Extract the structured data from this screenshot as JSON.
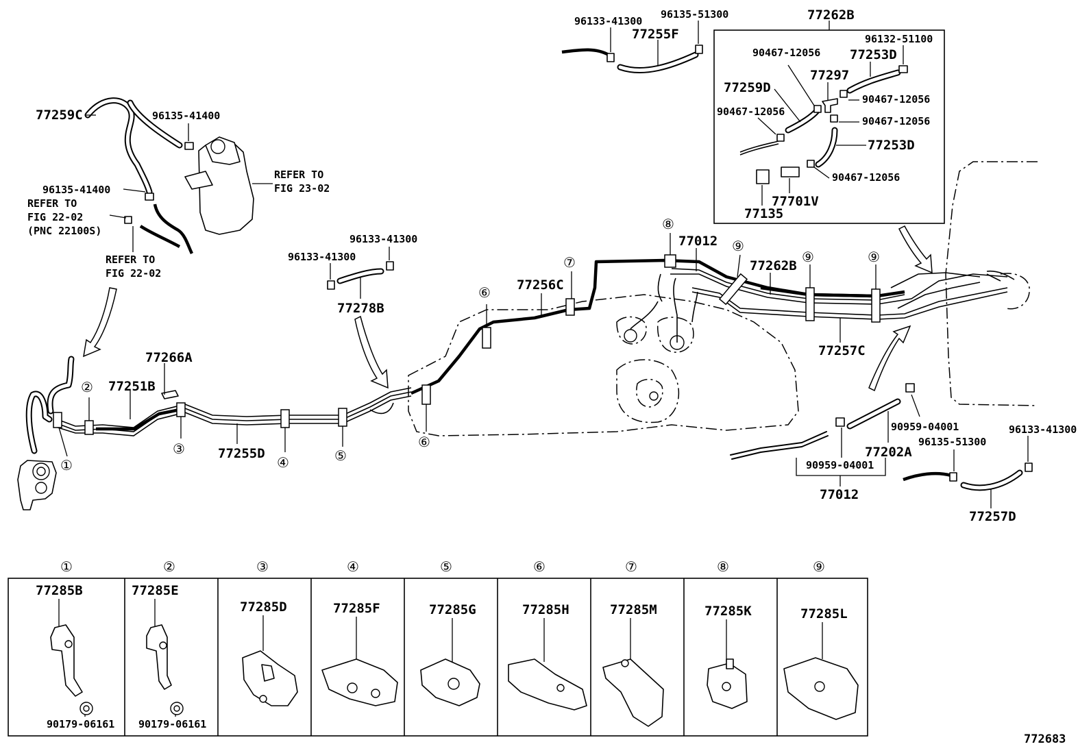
{
  "figure_id": "772683",
  "main": {
    "callouts": [
      {
        "id": "c_96133_41300_top",
        "text": "96133-41300"
      },
      {
        "id": "c_96135_51300_top",
        "text": "96135-51300"
      },
      {
        "id": "c_77255F",
        "text": "77255F"
      },
      {
        "id": "c_77262B_box",
        "text": "77262B"
      },
      {
        "id": "c_96132_51100",
        "text": "96132-51100"
      },
      {
        "id": "c_90467_a",
        "text": "90467-12056"
      },
      {
        "id": "c_77253D_a",
        "text": "77253D"
      },
      {
        "id": "c_77297",
        "text": "77297"
      },
      {
        "id": "c_77259D",
        "text": "77259D"
      },
      {
        "id": "c_90467_b",
        "text": "90467-12056"
      },
      {
        "id": "c_90467_c",
        "text": "90467-12056"
      },
      {
        "id": "c_90467_d",
        "text": "90467-12056"
      },
      {
        "id": "c_77253D_b",
        "text": "77253D"
      },
      {
        "id": "c_90467_e",
        "text": "90467-12056"
      },
      {
        "id": "c_77701V",
        "text": "77701V"
      },
      {
        "id": "c_77135",
        "text": "77135"
      },
      {
        "id": "c_77259C",
        "text": "77259C"
      },
      {
        "id": "c_96135_41400_a",
        "text": "96135-41400"
      },
      {
        "id": "c_96135_41400_b",
        "text": "96135-41400"
      },
      {
        "id": "c_96133_41300_mid_a",
        "text": "96133-41300"
      },
      {
        "id": "c_96133_41300_mid_b",
        "text": "96133-41300"
      },
      {
        "id": "c_77278B",
        "text": "77278B"
      },
      {
        "id": "c_77256C",
        "text": "77256C"
      },
      {
        "id": "c_77012_top",
        "text": "77012"
      },
      {
        "id": "c_77262B_main",
        "text": "77262B"
      },
      {
        "id": "c_77257C",
        "text": "77257C"
      },
      {
        "id": "c_77266A",
        "text": "77266A"
      },
      {
        "id": "c_77251B",
        "text": "77251B"
      },
      {
        "id": "c_77255D",
        "text": "77255D"
      },
      {
        "id": "c_90959_04001_r",
        "text": "90959-04001"
      },
      {
        "id": "c_77202A",
        "text": "77202A"
      },
      {
        "id": "c_90959_04001_b",
        "text": "90959-04001"
      },
      {
        "id": "c_77012_bottom",
        "text": "77012"
      },
      {
        "id": "c_96135_51300_b",
        "text": "96135-51300"
      },
      {
        "id": "c_96133_41300_b",
        "text": "96133-41300"
      },
      {
        "id": "c_77257D",
        "text": "77257D"
      }
    ],
    "refer_notes": {
      "refer_23_line1": "REFER TO",
      "refer_23_line2": "FIG 23-02",
      "refer_22a_line1": "REFER TO",
      "refer_22a_line2": "FIG 22-02",
      "refer_22a_line3": "(PNC 22100S)",
      "refer_22b_line1": "REFER TO",
      "refer_22b_line2": "FIG 22-02"
    },
    "clamp_markers": [
      "①",
      "②",
      "③",
      "④",
      "⑤",
      "⑥",
      "⑥",
      "⑦",
      "⑧",
      "⑨",
      "⑨",
      "⑨"
    ]
  },
  "legend": {
    "cells": [
      {
        "marker": "①",
        "part": "77285B",
        "fastener": "90179-06161"
      },
      {
        "marker": "②",
        "part": "77285E",
        "fastener": "90179-06161"
      },
      {
        "marker": "③",
        "part": "77285D"
      },
      {
        "marker": "④",
        "part": "77285F"
      },
      {
        "marker": "⑤",
        "part": "77285G"
      },
      {
        "marker": "⑥",
        "part": "77285H"
      },
      {
        "marker": "⑦",
        "part": "77285M"
      },
      {
        "marker": "⑧",
        "part": "77285K"
      },
      {
        "marker": "⑨",
        "part": "77285L"
      }
    ]
  }
}
